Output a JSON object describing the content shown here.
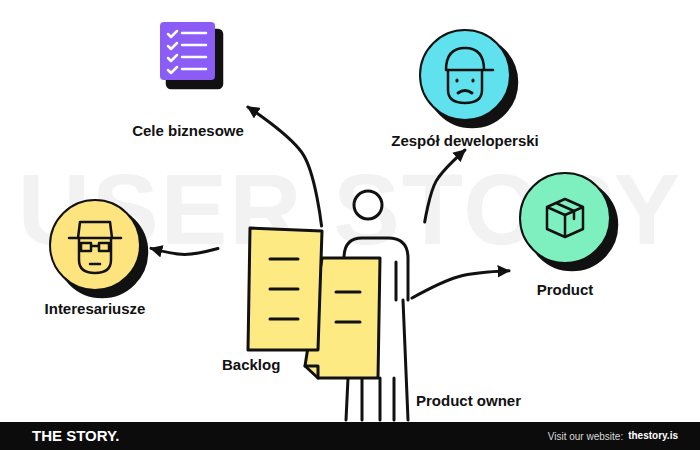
{
  "diagram": {
    "nodes": [
      {
        "text": [
          "Cele biznesowe"
        ]
      },
      {
        "text": [
          "Zespół deweloperski"
        ]
      },
      {
        "text": [
          "Interesariusze"
        ]
      },
      {
        "text": [
          "Product"
        ]
      },
      {
        "text": [
          "Backlog"
        ]
      },
      {
        "text": [
          "Product owner"
        ]
      }
    ],
    "edges": [
      {
        "from": 4,
        "to": 0,
        "arrow": "to"
      },
      {
        "from": 4,
        "to": 2,
        "arrow": "to"
      },
      {
        "from": 5,
        "to": 1,
        "arrow": "to"
      },
      {
        "from": 5,
        "to": 3,
        "arrow": "to"
      }
    ],
    "labels": [
      "USER STORY",
      "THE STORY.",
      "Visit our website:",
      "thestory.is"
    ]
  }
}
